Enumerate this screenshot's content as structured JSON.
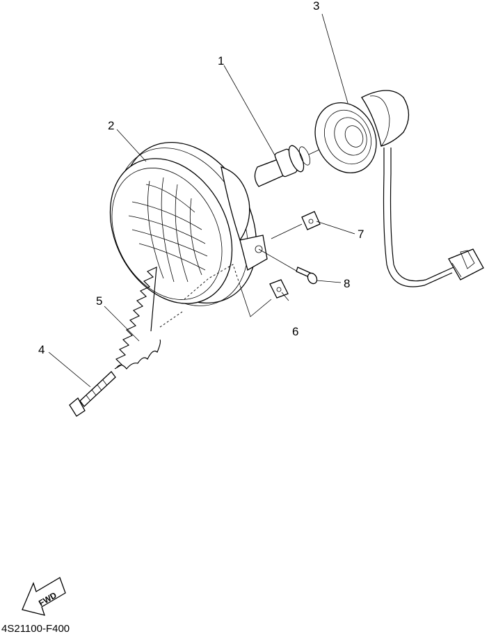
{
  "diagram": {
    "code": "4S21100-F400",
    "fwd_label": "FWD",
    "callouts": [
      {
        "id": "1",
        "label": "1"
      },
      {
        "id": "2",
        "label": "2"
      },
      {
        "id": "3",
        "label": "3"
      },
      {
        "id": "4",
        "label": "4"
      },
      {
        "id": "5",
        "label": "5"
      },
      {
        "id": "6",
        "label": "6"
      },
      {
        "id": "7",
        "label": "7"
      },
      {
        "id": "8",
        "label": "8"
      }
    ]
  }
}
